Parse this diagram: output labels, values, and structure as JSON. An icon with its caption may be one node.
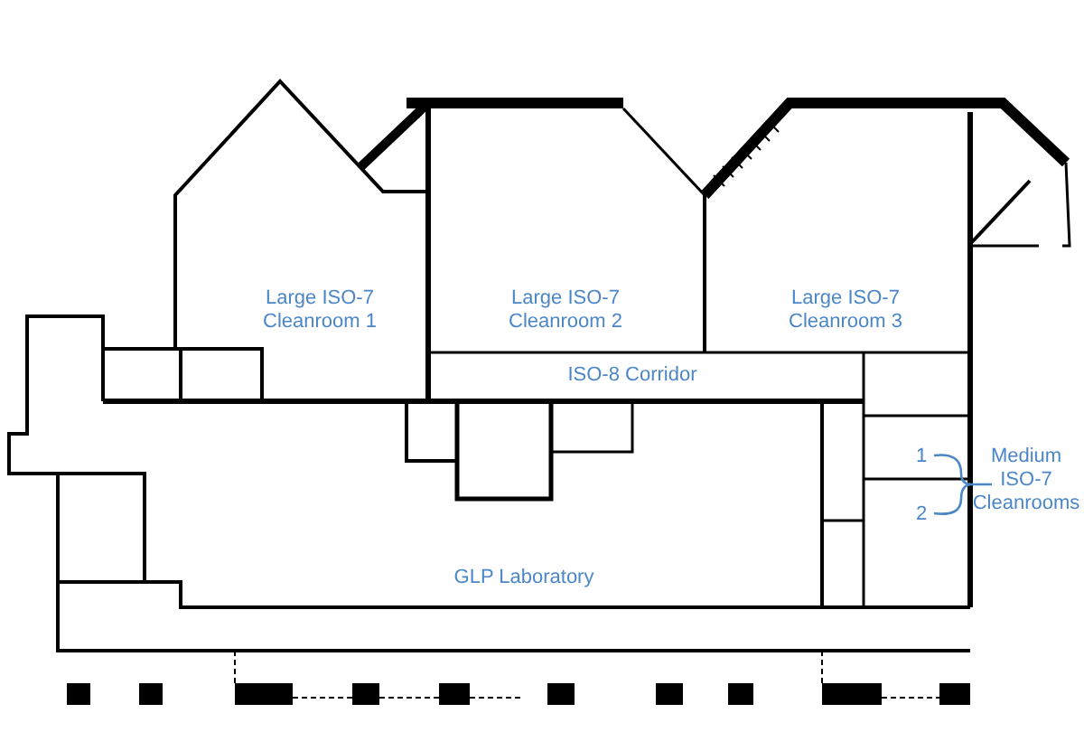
{
  "diagram": {
    "labels": [
      "Large ISO-7 Cleanroom 1",
      "Large ISO-7 Cleanroom 2",
      "Large ISO-7 Cleanroom 3",
      "ISO-8 Corridor",
      "1",
      "2",
      "Medium ISO-7 Cleanrooms",
      "GLP Laboratory"
    ]
  }
}
